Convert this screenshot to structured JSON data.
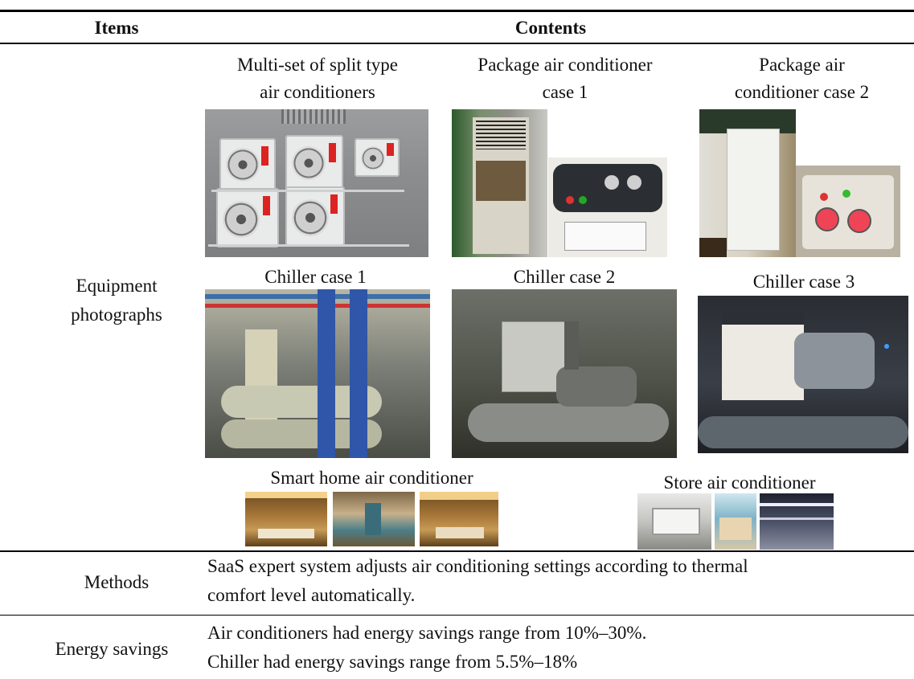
{
  "table": {
    "header": {
      "items": "Items",
      "contents": "Contents"
    },
    "rows": {
      "equipment": {
        "label_line1": "Equipment",
        "label_line2": "photographs",
        "captions": {
          "split_line1": "Multi-set of split type",
          "split_line2": "air conditioners",
          "pkg1_line1": "Package air conditioner",
          "pkg1_line2": "case 1",
          "pkg2_line1": "Package air",
          "pkg2_line2": "conditioner case 2",
          "chiller1": "Chiller case 1",
          "chiller2": "Chiller case 2",
          "chiller3": "Chiller case 3",
          "smart_home": "Smart home air conditioner",
          "store": "Store air conditioner"
        }
      },
      "methods": {
        "label": "Methods",
        "line1": "SaaS expert system adjusts air conditioning settings according to thermal",
        "line2": "comfort level automatically."
      },
      "energy": {
        "label": "Energy savings",
        "line1": "Air conditioners had energy savings range from 10%–30%.",
        "line2": "Chiller had energy savings range from 5.5%–18%"
      }
    }
  }
}
